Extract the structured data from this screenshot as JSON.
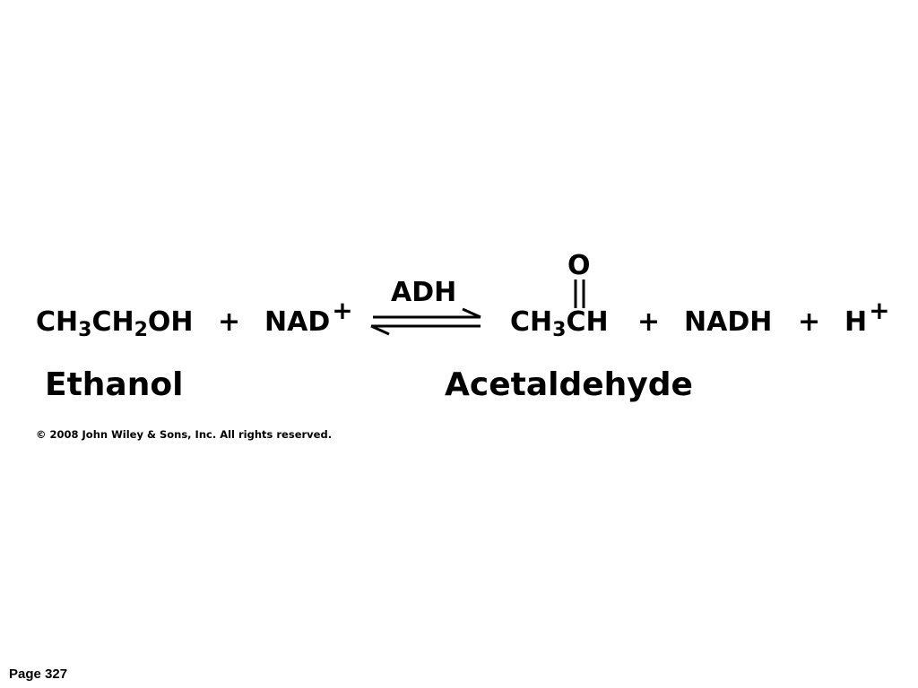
{
  "reaction": {
    "reactant1": {
      "a": "CH",
      "s1": "3",
      "b": "CH",
      "s2": "2",
      "c": "OH"
    },
    "plus1": "+",
    "reactant2": {
      "base": "NAD",
      "charge": "+"
    },
    "enzyme": "ADH",
    "product1": {
      "a": "CH",
      "s1": "3",
      "b": "CH",
      "carbonyl_atom": "O"
    },
    "plus2": "+",
    "product2": "NADH",
    "plus3": "+",
    "product3": {
      "base": "H",
      "charge": "+"
    }
  },
  "names": {
    "reactant": "Ethanol",
    "product": "Acetaldehyde"
  },
  "copyright": "© 2008 John Wiley & Sons, Inc. All rights reserved.",
  "page_label": "Page 327"
}
